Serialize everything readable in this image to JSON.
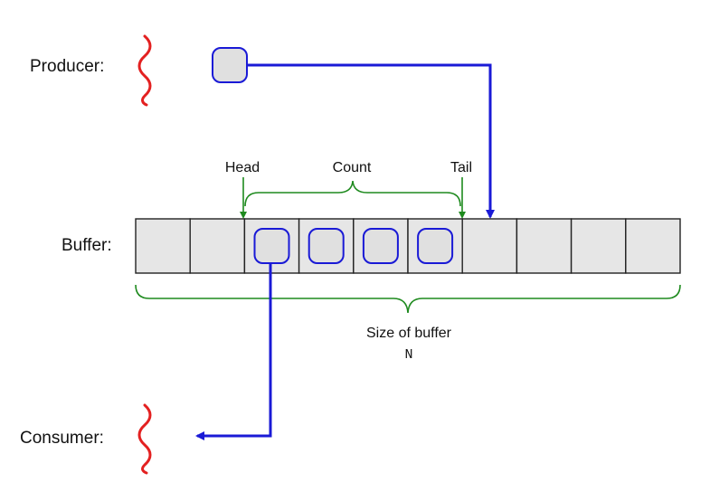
{
  "labels": {
    "producer": "Producer:",
    "buffer": "Buffer:",
    "consumer": "Consumer:",
    "head": "Head",
    "count": "Count",
    "tail": "Tail",
    "size": "Size of buffer",
    "size_symbol": "N"
  },
  "buffer": {
    "cell_count": 10,
    "filled_slots": [
      2,
      3,
      4,
      5
    ],
    "head_index": 2,
    "tail_index": 6
  },
  "colors": {
    "thread_wave": "#e32020",
    "flow": "#1a1ad6",
    "annotation": "#1e8a1e",
    "cell_fill": "#e6e6e6",
    "item_fill": "#e0e0e0"
  }
}
